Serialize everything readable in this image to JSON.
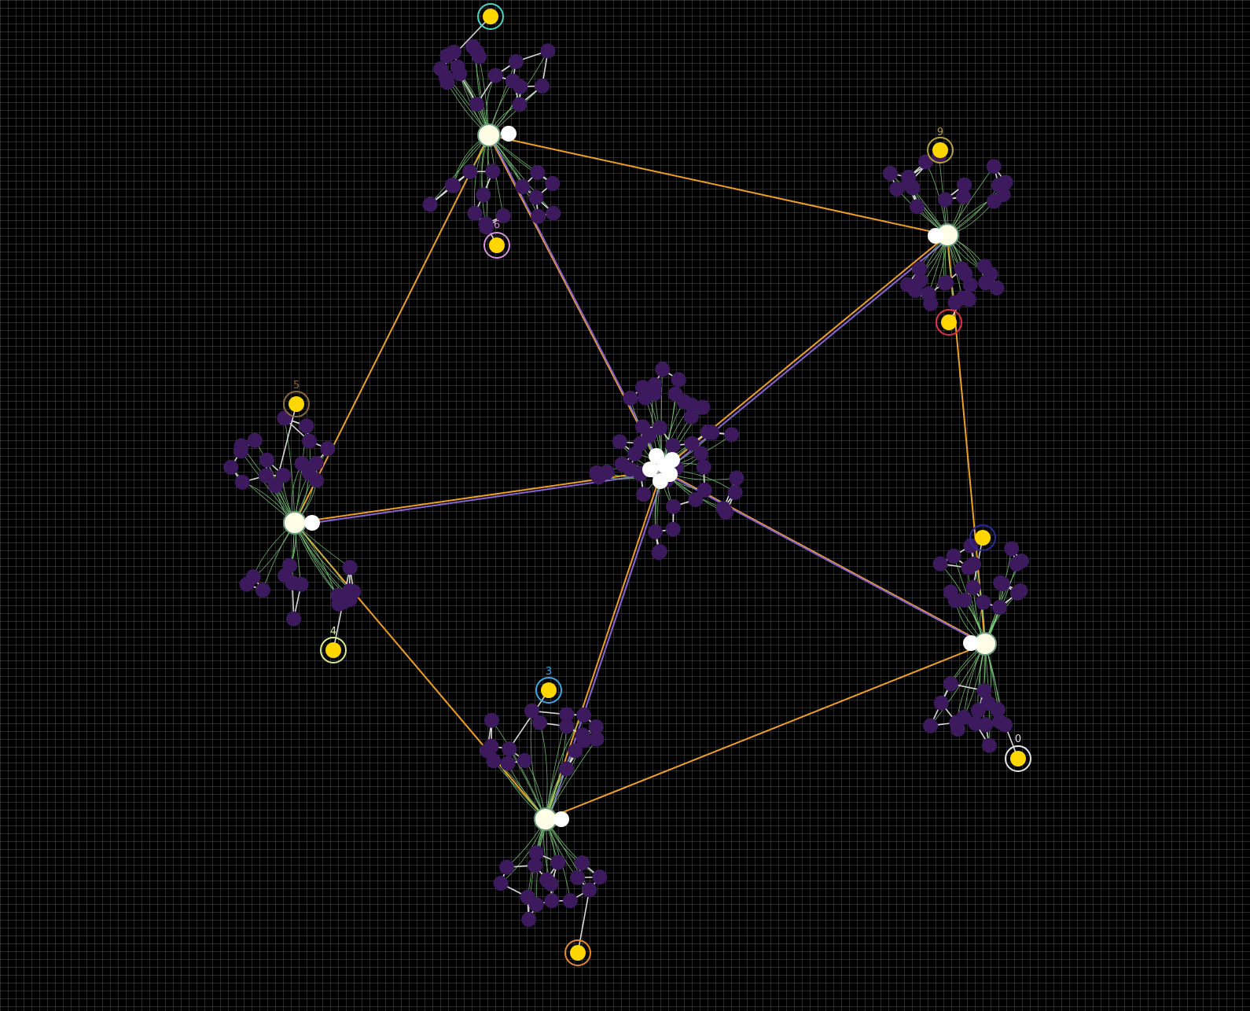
{
  "canvas": {
    "background": "#000000",
    "grid_color": "#555555"
  },
  "colors": {
    "node": "#3d1a5e",
    "terminal_fill": "#ffd700",
    "hub_fill": "#fffde6",
    "port": "#ffffff",
    "mesh_edge": "#d8d8d8",
    "fan_edge": "#7fd07f",
    "link_orange": "#f0a020",
    "link_purple": "#8a63d2"
  },
  "clusters": [
    {
      "id": "top",
      "label": "",
      "label_color": "#4ad6c0"
    },
    {
      "id": "top-lower",
      "label": "6",
      "label_color": "#d98ee0"
    },
    {
      "id": "right-top",
      "label": "9",
      "label_color": "#b8a038"
    },
    {
      "id": "right-lower",
      "label": "",
      "label_color": "#e0304a"
    },
    {
      "id": "left-top",
      "label": "5",
      "label_color": "#8a6a3c"
    },
    {
      "id": "left-lower",
      "label": "4",
      "label_color": "#d6ee8a"
    },
    {
      "id": "bottom-top",
      "label": "3",
      "label_color": "#3aa8e8"
    },
    {
      "id": "bottom-lower",
      "label": "",
      "label_color": "#e88a2c"
    },
    {
      "id": "right2-top",
      "label": "",
      "label_color": "#2a2a9a"
    },
    {
      "id": "right2-lower",
      "label": "0",
      "label_color": "#e6e6e6"
    }
  ],
  "links": [
    {
      "from": "hub-top",
      "to": "hub-right",
      "color": "orange"
    },
    {
      "from": "hub-top",
      "to": "hub-left",
      "color": "orange"
    },
    {
      "from": "hub-top",
      "to": "center",
      "color": "orange"
    },
    {
      "from": "hub-top",
      "to": "center",
      "color": "purple"
    },
    {
      "from": "hub-right",
      "to": "center",
      "color": "purple"
    },
    {
      "from": "hub-right",
      "to": "center",
      "color": "orange"
    },
    {
      "from": "hub-right",
      "to": "hub-right2",
      "color": "orange"
    },
    {
      "from": "hub-left",
      "to": "center",
      "color": "orange"
    },
    {
      "from": "hub-left",
      "to": "center",
      "color": "purple"
    },
    {
      "from": "hub-left",
      "to": "hub-bottom",
      "color": "orange"
    },
    {
      "from": "hub-bottom",
      "to": "center",
      "color": "orange"
    },
    {
      "from": "hub-bottom",
      "to": "center",
      "color": "purple"
    },
    {
      "from": "hub-bottom",
      "to": "hub-right2",
      "color": "orange"
    },
    {
      "from": "hub-right2",
      "to": "center",
      "color": "orange"
    },
    {
      "from": "hub-right2",
      "to": "center",
      "color": "purple"
    }
  ]
}
